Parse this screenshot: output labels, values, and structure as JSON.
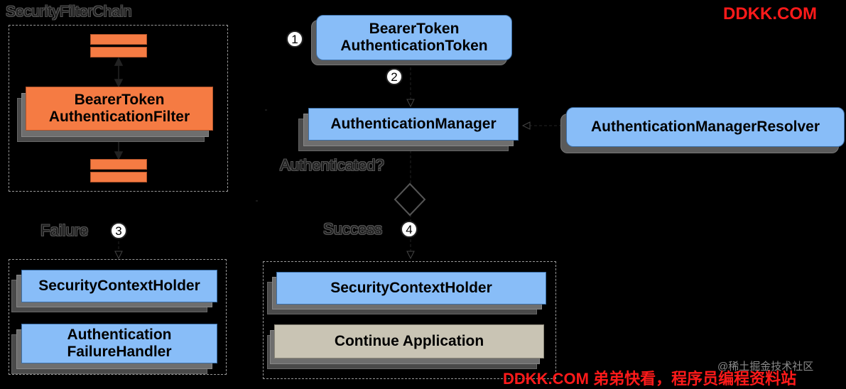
{
  "group_title": "SecurityFilterChain",
  "filter_box": {
    "line1": "BearerToken",
    "line2": "AuthenticationFilter"
  },
  "token_box": {
    "line1": "BearerToken",
    "line2": "AuthenticationToken"
  },
  "manager_box": "AuthenticationManager",
  "resolver_box": "AuthenticationManagerResolver",
  "decision_label": "Authenticated?",
  "failure": {
    "label": "Failure",
    "step": "3",
    "holder": "SecurityContextHolder",
    "handler_line1": "Authentication",
    "handler_line2": "FailureHandler"
  },
  "success": {
    "label": "Success",
    "step": "4",
    "holder": "SecurityContextHolder",
    "continue": "Continue Application"
  },
  "steps": {
    "one": "1",
    "two": "2"
  },
  "watermark_top": "DDKK.COM",
  "watermark_bottom": "DDKK.COM 弟弟快看，程序员编程资料站",
  "watermark_gray": "@稀土掘金技术社区"
}
